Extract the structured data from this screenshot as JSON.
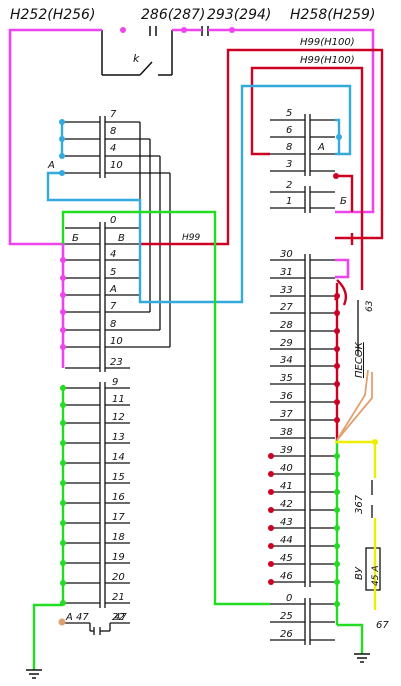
{
  "header": {
    "label_left": "Н252(Н256)",
    "label_mid1": "286(287)",
    "label_mid2": "293(294)",
    "label_right": "Н258(Н259)",
    "label_h99a": "Н99(Н100)",
    "label_h99b": "Н99(Н100)",
    "switch_label": "k"
  },
  "left_block": {
    "group_letter": "А",
    "top_labels": [
      "7",
      "8",
      "4",
      "10"
    ],
    "mid_labels": [
      "0",
      "Б",
      "В",
      "4",
      "5",
      "А",
      "7",
      "8",
      "10",
      "23"
    ],
    "wire_label_h99": "Н99",
    "lower_labels": [
      "9",
      "11",
      "12",
      "13",
      "14",
      "15",
      "16",
      "17",
      "18",
      "19",
      "20",
      "21",
      "22"
    ],
    "bottom_label_a": "А",
    "bottom_label_47a": "47",
    "bottom_label_47b": "47"
  },
  "right_block": {
    "top_labels": [
      "5",
      "6",
      "8",
      "3",
      "2",
      "1"
    ],
    "top_letter_a": "А",
    "top_letter_b": "Б",
    "labels": [
      "30",
      "31",
      "33",
      "27",
      "28",
      "29",
      "34",
      "35",
      "36",
      "37",
      "38",
      "39",
      "40",
      "41",
      "42",
      "43",
      "44",
      "45",
      "46"
    ],
    "label_0": "0",
    "label_25": "25",
    "label_26": "26",
    "label_63": "63",
    "label_pesok": "ПЕСОК",
    "label_367": "367",
    "label_vu": "ВУ",
    "label_45a": "45 А",
    "label_67": "67"
  },
  "colors": {
    "magenta": "#ee44ee",
    "red": "#cc0022",
    "cyan": "#33aadd",
    "green": "#22dd22",
    "yellow": "#eeee00",
    "tan": "#e0a070",
    "black": "#111111"
  }
}
